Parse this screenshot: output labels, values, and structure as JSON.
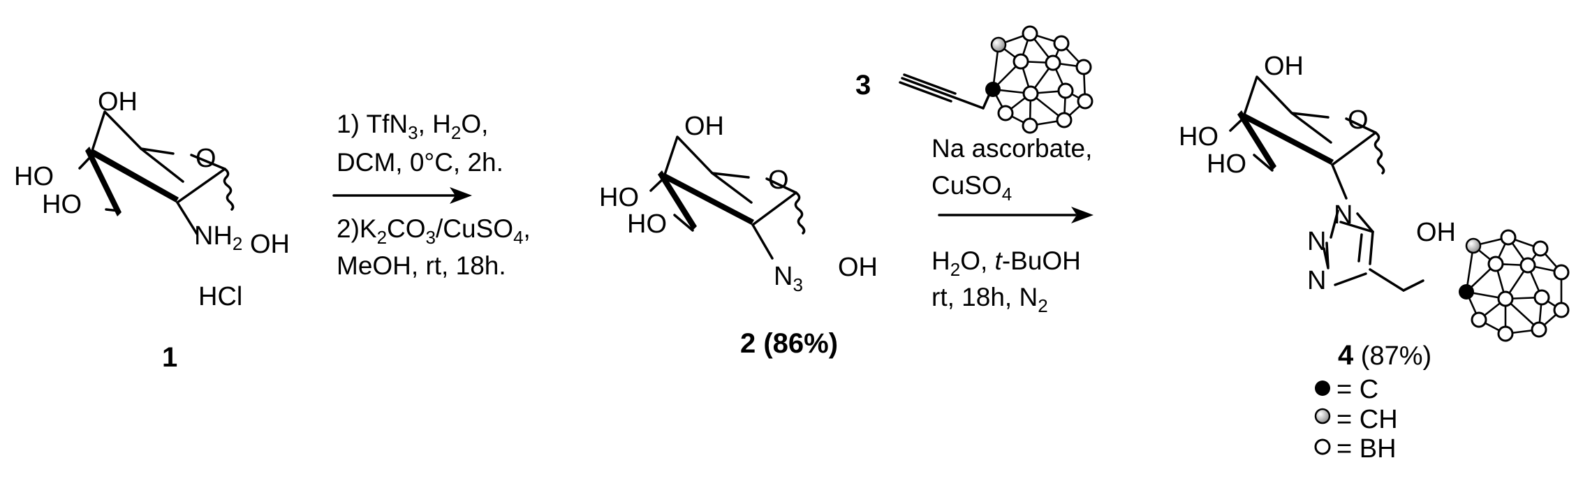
{
  "compound_1": {
    "number": "1",
    "atom_labels": {
      "oh_top": "OH",
      "ring_o": "O",
      "ho_upper": "HO",
      "ho_lower": "HO",
      "nh2": "NH",
      "nh2_sub": "2",
      "oh_anomeric": "OH"
    },
    "salt": "HCl"
  },
  "step_1": {
    "line1": {
      "a": "1) TfN",
      "a_sub": "3",
      "b": ", H",
      "b_sub": "2",
      "c": "O,"
    },
    "line2": "DCM, 0°C, 2h.",
    "line3": {
      "a": "2)K",
      "a_sub": "2",
      "b": "CO",
      "b_sub": "3",
      "c": "/CuSO",
      "c_sub": "4",
      "d": ","
    },
    "line4": "MeOH, rt, 18h."
  },
  "compound_2": {
    "number_label": "2 (86%)",
    "atom_labels": {
      "oh_top": "OH",
      "ring_o": "O",
      "ho_upper": "HO",
      "ho_lower": "HO",
      "n3": "N",
      "n3_sub": "3",
      "oh_anomeric": "OH"
    }
  },
  "step_2": {
    "reagent_number": "3",
    "above_line1": "Na ascorbate,",
    "above_line2": {
      "a": "CuSO",
      "a_sub": "4"
    },
    "below_line1": {
      "a": "H",
      "a_sub": "2",
      "b": "O, ",
      "c_italic": "t",
      "d": "-BuOH"
    },
    "below_line2": {
      "a": "rt, 18h, N",
      "a_sub": "2"
    }
  },
  "compound_4": {
    "number": "4",
    "yield": " (87%)",
    "atom_labels": {
      "oh_top": "OH",
      "ring_o": "O",
      "ho_upper": "HO",
      "ho_lower": "HO",
      "n1": "N",
      "n2": "N",
      "n3": "N",
      "oh_anomeric": "OH"
    }
  },
  "legend": [
    {
      "label": "= C"
    },
    {
      "label": "= CH"
    },
    {
      "label": "= BH"
    }
  ]
}
